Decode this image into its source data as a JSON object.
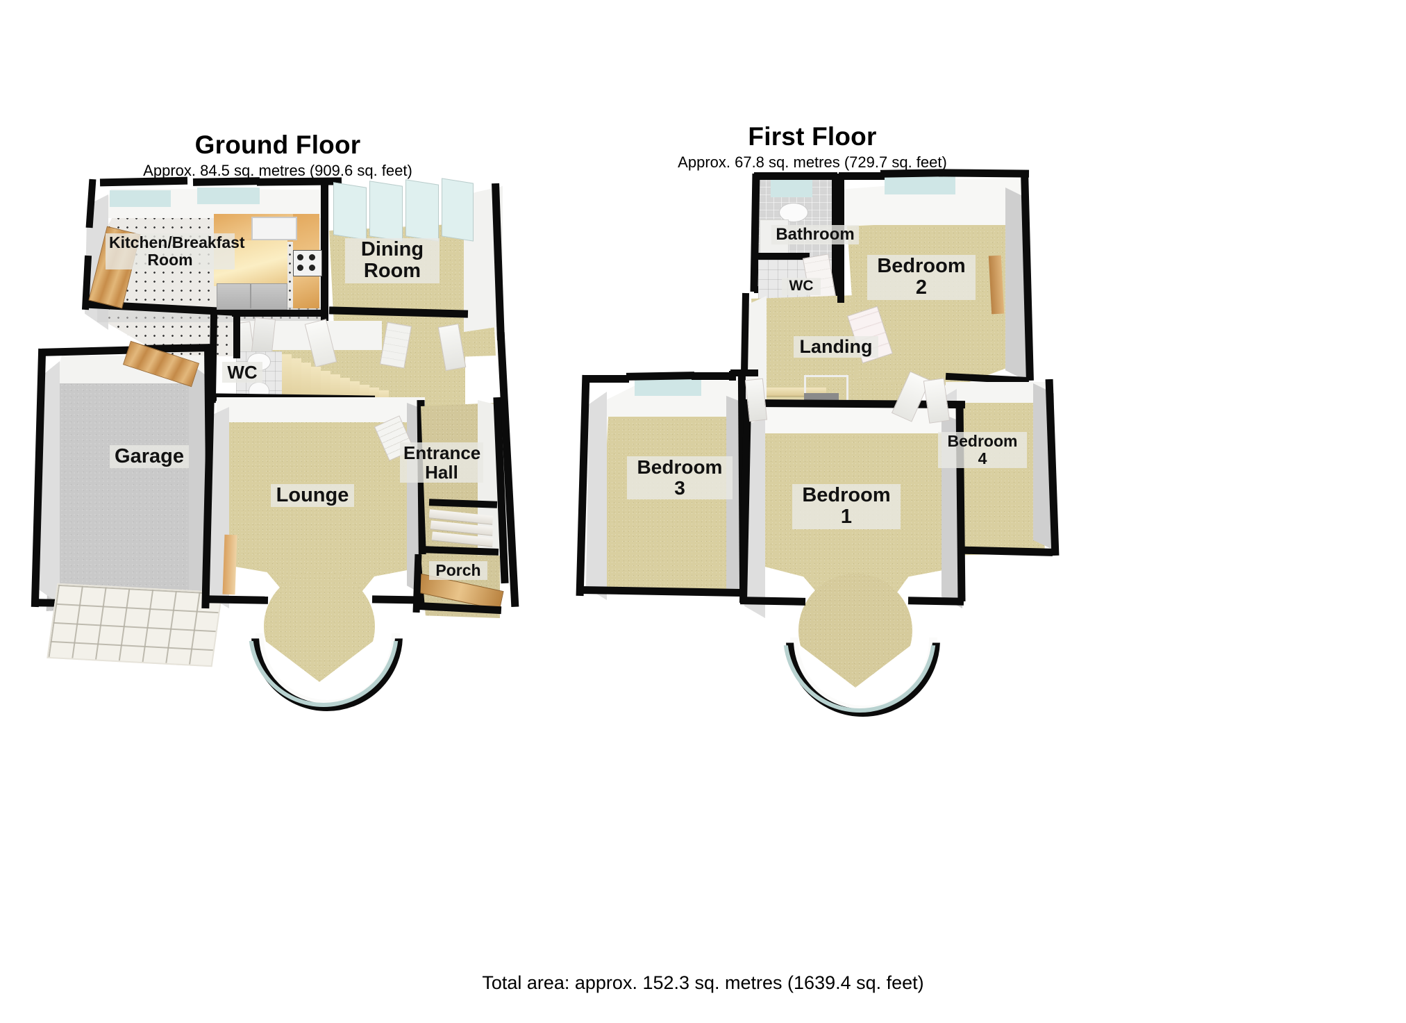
{
  "document": {
    "type": "residential-floor-plan",
    "total_area_text": "Total area: approx. 152.3 sq. metres (1639.4 sq. feet)"
  },
  "floors": [
    {
      "id": "ground",
      "title": "Ground Floor",
      "area_text": "Approx. 84.5 sq. metres (909.6 sq. feet)",
      "area_sq_metres": 84.5,
      "area_sq_feet": 909.6,
      "rooms": [
        {
          "name": "Kitchen/Breakfast\nRoom",
          "key": "kitchen-breakfast-room",
          "floor_finish": "tile"
        },
        {
          "name": "Dining\nRoom",
          "key": "dining-room",
          "floor_finish": "carpet"
        },
        {
          "name": "WC",
          "key": "wc",
          "floor_finish": "tile"
        },
        {
          "name": "Garage",
          "key": "garage",
          "floor_finish": "concrete"
        },
        {
          "name": "Lounge",
          "key": "lounge",
          "floor_finish": "carpet"
        },
        {
          "name": "Entrance\nHall",
          "key": "entrance-hall",
          "floor_finish": "carpet"
        },
        {
          "name": "Porch",
          "key": "porch",
          "floor_finish": "carpet"
        }
      ]
    },
    {
      "id": "first",
      "title": "First Floor",
      "area_text": "Approx. 67.8 sq. metres (729.7 sq. feet)",
      "area_sq_metres": 67.8,
      "area_sq_feet": 729.7,
      "rooms": [
        {
          "name": "Bathroom",
          "key": "bathroom",
          "floor_finish": "tile"
        },
        {
          "name": "WC",
          "key": "wc",
          "floor_finish": "tile"
        },
        {
          "name": "Bedroom 2",
          "key": "bedroom-2",
          "floor_finish": "carpet"
        },
        {
          "name": "Landing",
          "key": "landing",
          "floor_finish": "carpet"
        },
        {
          "name": "Bedroom 4",
          "key": "bedroom-4",
          "floor_finish": "carpet"
        },
        {
          "name": "Bedroom 3",
          "key": "bedroom-3",
          "floor_finish": "carpet"
        },
        {
          "name": "Bedroom 1",
          "key": "bedroom-1",
          "floor_finish": "carpet"
        }
      ]
    }
  ],
  "colors": {
    "wall_outline": "#0b0b0b",
    "carpet": "#d9cfa0",
    "concrete": "#c9c9c9",
    "tile": "#eceae6",
    "glass": "#cfe6e6",
    "wood": "#d39a55",
    "label_chip": "#e9e9e4"
  }
}
